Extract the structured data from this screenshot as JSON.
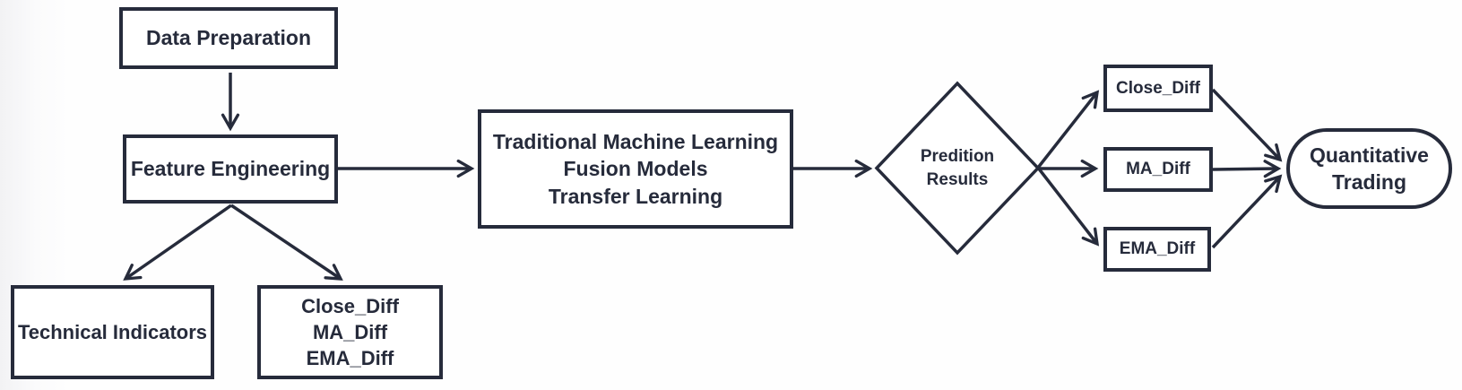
{
  "diagram": {
    "title": "Quantitative trading pipeline flowchart",
    "colors": {
      "stroke": "#262b3b",
      "text": "#262b3b",
      "node_fill": "#ffffff",
      "background": "#fefefe"
    },
    "nodes": {
      "data_preparation": {
        "label": "Data Preparation"
      },
      "feature_engineering": {
        "label": "Feature Engineering"
      },
      "technical_indicators": {
        "label": "Technical Indicators"
      },
      "feature_diffs": {
        "lines": [
          "Close_Diff",
          "MA_Diff",
          "EMA_Diff"
        ]
      },
      "models": {
        "lines": [
          "Traditional Machine Learning",
          "Fusion Models",
          "Transfer Learning"
        ]
      },
      "prediction_results": {
        "lines": [
          "Predition",
          "Results"
        ]
      },
      "close_diff": {
        "label": "Close_Diff"
      },
      "ma_diff": {
        "label": "MA_Diff"
      },
      "ema_diff": {
        "label": "EMA_Diff"
      },
      "quantitative_trading": {
        "lines": [
          "Quantitative",
          "Trading"
        ]
      }
    },
    "edges": [
      "data_preparation -> feature_engineering",
      "feature_engineering -> models",
      "feature_engineering -> technical_indicators",
      "feature_engineering -> feature_diffs",
      "models -> prediction_results",
      "prediction_results -> close_diff",
      "prediction_results -> ma_diff",
      "prediction_results -> ema_diff",
      "close_diff -> quantitative_trading",
      "ma_diff -> quantitative_trading",
      "ema_diff -> quantitative_trading"
    ]
  }
}
